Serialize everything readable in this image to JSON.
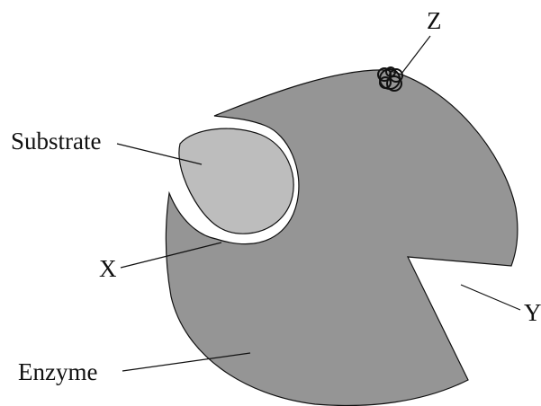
{
  "labels": {
    "substrate": "Substrate",
    "x": "X",
    "y": "Y",
    "z": "Z",
    "enzyme": "Enzyme"
  },
  "colors": {
    "enzyme_fill": "#959595",
    "substrate_fill": "#bdbdbd",
    "outline": "#111111"
  }
}
